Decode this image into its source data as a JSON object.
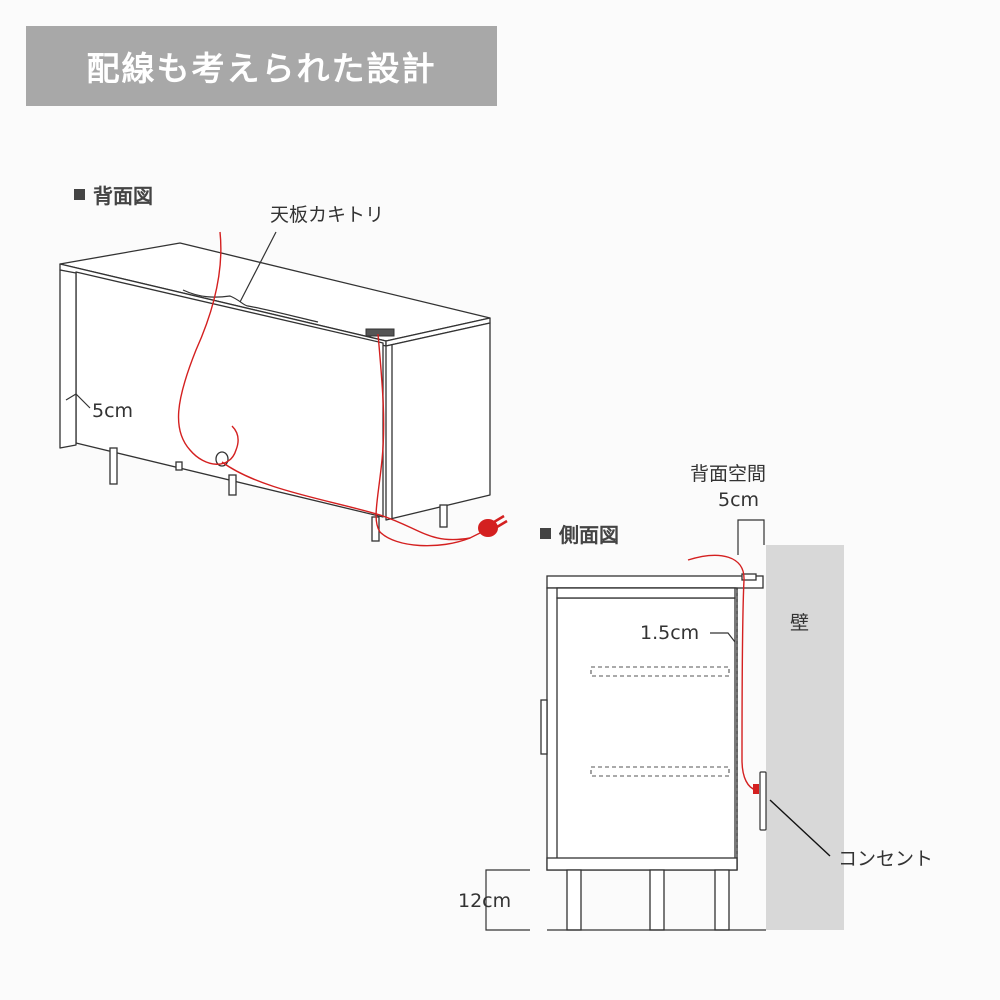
{
  "title": "配線も考えられた設計",
  "back_view": {
    "heading": "背面図",
    "top_notch_label": "天板カキトリ",
    "back_gap_label": "5cm"
  },
  "side_view": {
    "heading": "側面図",
    "rear_space_label": "背面空間",
    "rear_space_value": "5cm",
    "inner_gap_label": "1.5cm",
    "wall_label": "壁",
    "outlet_label": "コンセント",
    "leg_height_label": "12cm"
  },
  "colors": {
    "banner": "#a8a8a8",
    "cable": "#d42020",
    "wall": "#d8d8d8",
    "line": "#333333"
  }
}
